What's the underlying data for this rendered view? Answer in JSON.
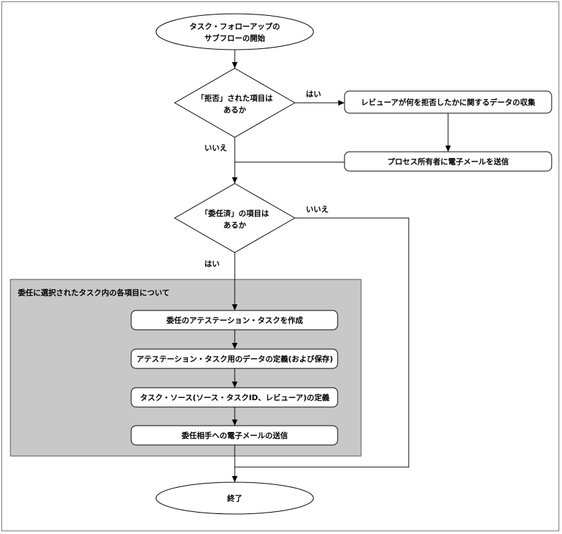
{
  "start": {
    "line1": "タスク・フォローアップの",
    "line2": "サブフローの開始"
  },
  "decision1": {
    "line1": "「拒否」された項目は",
    "line2": "あるか",
    "yes": "はい",
    "no": "いいえ"
  },
  "process_collect": "レビューアが何を拒否したかに関するデータの収集",
  "process_email_owner": "プロセス所有者に電子メールを送信",
  "decision2": {
    "line1": "「委任済」の項目は",
    "line2": "あるか",
    "yes": "はい",
    "no": "いいえ"
  },
  "loop": {
    "title": "委任に選択されたタスク内の各項目について",
    "steps": [
      "委任のアテステーション・タスクを作成",
      "アテステーション・タスク用のデータの定義(および保存)",
      "タスク・ソース(ソース・タスクID、レビューア)の定義",
      "委任相手への電子メールの送信"
    ]
  },
  "end": "終了",
  "colors": {
    "loop_bg": "#c8c8c8",
    "stroke": "#000000"
  }
}
